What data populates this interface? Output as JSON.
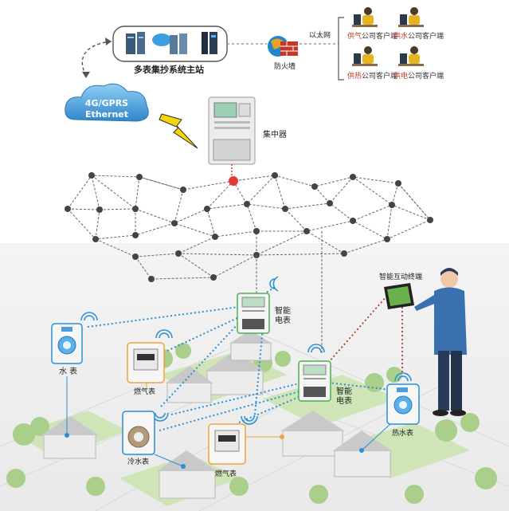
{
  "master_station": {
    "title": "多表集抄系统主站"
  },
  "cloud": {
    "line1": "4G/GPRS",
    "line2": "Ethernet"
  },
  "firewall": {
    "label": "防火墙"
  },
  "network": {
    "label": "以太网"
  },
  "clients": [
    {
      "prefix": "供气",
      "suffix": "公司客户端"
    },
    {
      "prefix": "供水",
      "suffix": "公司客户端"
    },
    {
      "prefix": "供热",
      "suffix": "公司客户端"
    },
    {
      "prefix": "供电",
      "suffix": "公司客户端"
    }
  ],
  "concentrator": {
    "label": "集中器"
  },
  "terminal": {
    "label": "智能互动终端"
  },
  "devices": {
    "smart_meter_1": {
      "line1": "智能",
      "line2": "电表"
    },
    "smart_meter_2": {
      "line1": "智能",
      "line2": "电表"
    },
    "water_meter": {
      "label": "水 表"
    },
    "gas_meter_1": {
      "label": "燃气表"
    },
    "gas_meter_2": {
      "label": "燃气表"
    },
    "cold_water_meter": {
      "label": "冷水表"
    },
    "hot_water_meter": {
      "label": "热水表"
    }
  },
  "colors": {
    "accent_red": "#e53935",
    "link_blue": "#2a8fd6",
    "link_red": "#b03a2e",
    "green": "#4caf50",
    "orange": "#f2a23a",
    "cloud": "#3a8fd0"
  }
}
